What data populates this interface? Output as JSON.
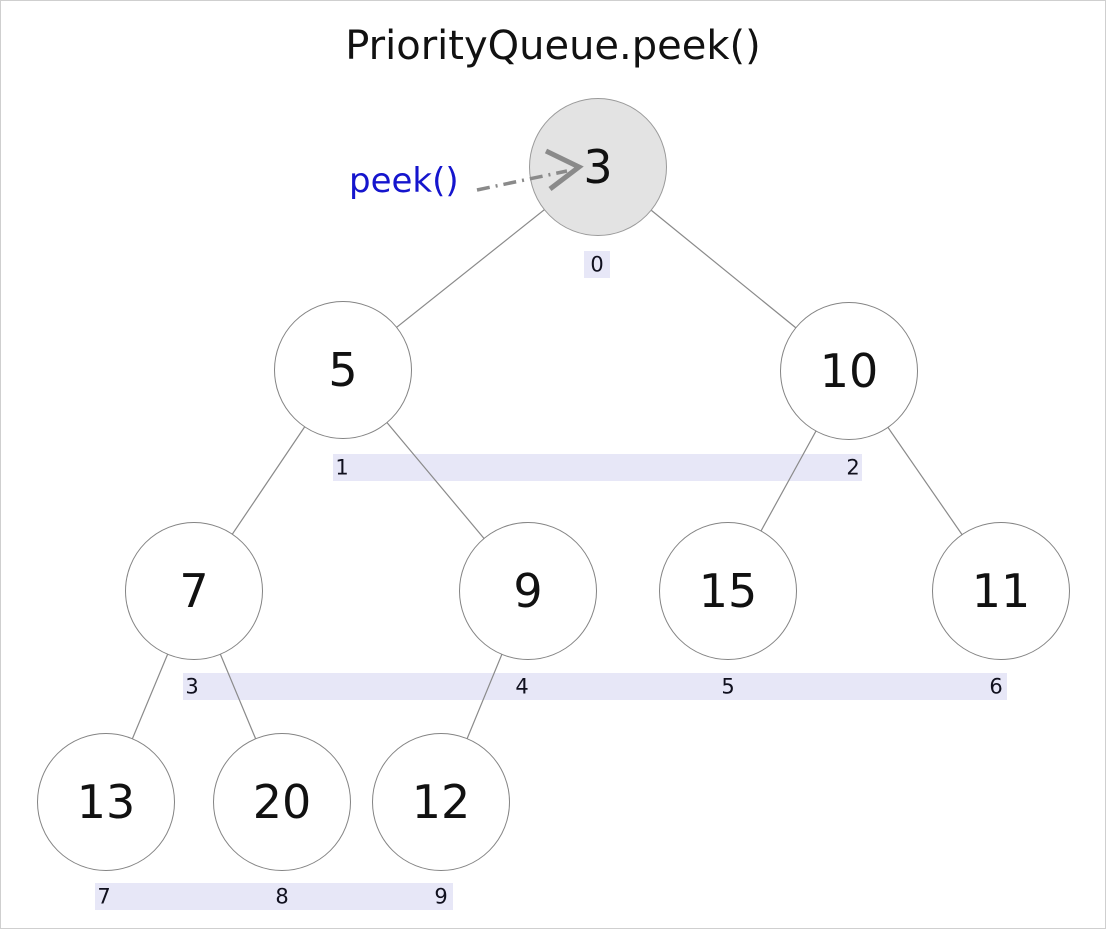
{
  "title": "PriorityQueue.peek()",
  "annotation": {
    "label": "peek()",
    "label_color": "#1515cd",
    "arrow_color": "#8a8a8a",
    "arrow_style": "dash-dot-open-chevron",
    "points_to_value": "3"
  },
  "colors": {
    "background": "#ffffff",
    "band": "#e7e7f7",
    "node_fill": "#ffffff",
    "root_node_fill": "#e3e3e3",
    "node_border": "#848484",
    "edge_line": "#8a8a8a",
    "index_text": "#10101e",
    "value_text": "#111111"
  },
  "tree": {
    "type": "binary-min-heap",
    "heap_array": [
      3,
      5,
      10,
      7,
      9,
      15,
      11,
      13,
      20,
      12
    ],
    "nodes": [
      {
        "value": "3",
        "index": "0",
        "highlighted": true
      },
      {
        "value": "5",
        "index": "1",
        "highlighted": false
      },
      {
        "value": "10",
        "index": "2",
        "highlighted": false
      },
      {
        "value": "7",
        "index": "3",
        "highlighted": false
      },
      {
        "value": "9",
        "index": "4",
        "highlighted": false
      },
      {
        "value": "15",
        "index": "5",
        "highlighted": false
      },
      {
        "value": "11",
        "index": "6",
        "highlighted": false
      },
      {
        "value": "13",
        "index": "7",
        "highlighted": false
      },
      {
        "value": "20",
        "index": "8",
        "highlighted": false
      },
      {
        "value": "12",
        "index": "9",
        "highlighted": false
      }
    ],
    "edges": [
      [
        0,
        1
      ],
      [
        0,
        2
      ],
      [
        1,
        3
      ],
      [
        1,
        4
      ],
      [
        2,
        5
      ],
      [
        2,
        6
      ],
      [
        3,
        7
      ],
      [
        3,
        8
      ],
      [
        4,
        9
      ]
    ]
  }
}
